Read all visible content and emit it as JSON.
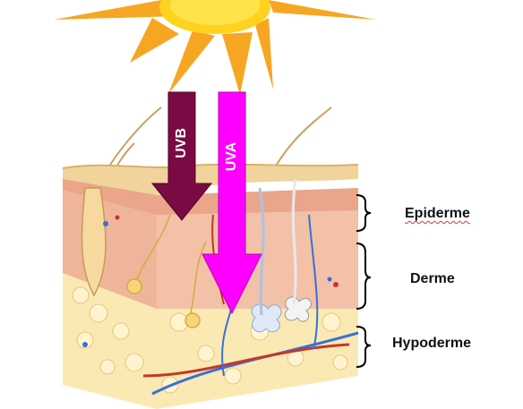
{
  "arrows": [
    {
      "id": "uvb",
      "label": "UVB",
      "color": "#7a0a44"
    },
    {
      "id": "uva",
      "label": "UVA",
      "color": "#ff00ff"
    }
  ],
  "layers": [
    {
      "id": "epiderme",
      "label": "Epiderme"
    },
    {
      "id": "derme",
      "label": "Derme"
    },
    {
      "id": "hypoderme",
      "label": "Hypoderme"
    }
  ],
  "icons": [
    "sun-icon",
    "skin-cross-section",
    "bracket-icon"
  ],
  "colors": {
    "sun": "#f6a623",
    "skin_surface": "#f1d49b",
    "dermis": "#f0b79b",
    "fat": "#fbe9b4",
    "vein": "#3a6fd6",
    "artery": "#c0392b"
  }
}
